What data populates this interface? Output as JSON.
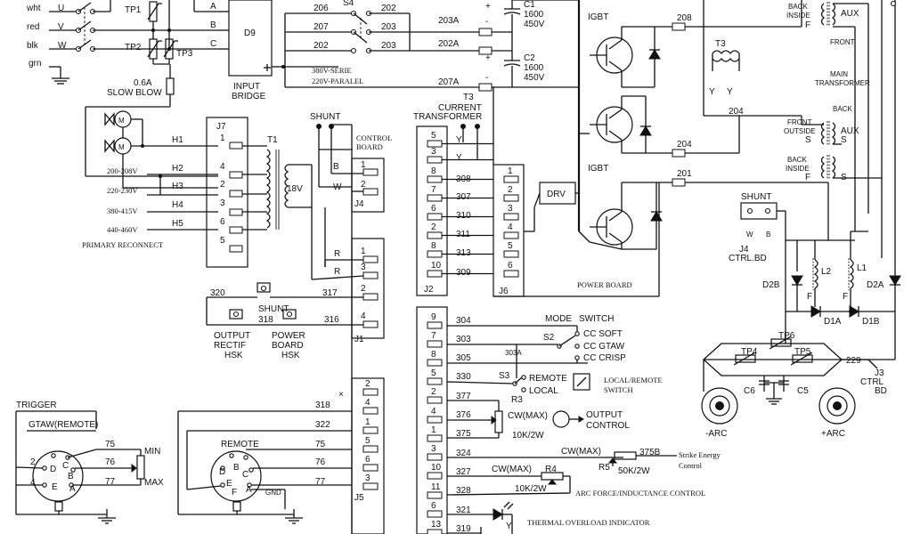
{
  "input": {
    "wire_wht": "wht",
    "wire_red": "red",
    "wire_blk": "blk",
    "wire_grn": "grn",
    "U": "U",
    "V": "V",
    "W": "W",
    "tp1": "TP1",
    "tp2": "TP2",
    "tp3": "TP3",
    "A": "A",
    "B": "B",
    "C": "C",
    "d9": "D9",
    "input": "INPUT",
    "bridge": "BRIDGE",
    "fuse_rating": "0.6A",
    "fuse_type": "SLOW BLOW"
  },
  "s4": {
    "label": "S4",
    "n206": "206",
    "n202a": "202",
    "n207": "207",
    "n203a": "203",
    "n202b": "202",
    "n203b": "203",
    "serie": "380V-SERIE",
    "paralel": "220V-PARALEL"
  },
  "caps": {
    "c1": "C1",
    "c1v": "1600",
    "c1u": "450V",
    "c2": "C2",
    "c2v": "1600",
    "c2u": "450V",
    "n203A": "203A",
    "n202A": "202A",
    "n207A": "207A",
    "plus": "+",
    "minus": "-"
  },
  "fans": {
    "m1": "M",
    "m2": "M",
    "h1": "H1",
    "h2": "H2",
    "h3": "H3",
    "h4": "H4",
    "h5": "H5",
    "v1": "200-208V",
    "v2": "220-230V",
    "v3": "380-415V",
    "v4": "440-460V",
    "reconnect": "PRIMARY RECONNECT"
  },
  "j7": {
    "name": "J7",
    "p1": "1",
    "p4": "4",
    "p2": "2",
    "p3": "3",
    "p6": "6",
    "p5": "5"
  },
  "t1": {
    "name": "T1",
    "v18": "18V"
  },
  "ctrl": {
    "shunt": "SHUNT",
    "board1": "CONTROL",
    "board2": "BOARD",
    "B": "B",
    "W": "W",
    "j4": "J4",
    "p1": "1",
    "p2": "2",
    "R1": "R",
    "R2": "R",
    "j1": "J1",
    "r1": "1",
    "r3": "3",
    "r2": "2",
    "r4": "4",
    "n320": "320",
    "n317": "317",
    "n318": "318",
    "n316": "316",
    "shunt2": "SHUNT",
    "out1": "OUTPUT",
    "out2": "RECTIF",
    "out3": "HSK",
    "pb1": "POWER",
    "pb2": "BOARD",
    "pb3": "HSK"
  },
  "t3": {
    "name": "T3",
    "l1": "CURRENT",
    "l2": "TRANSFORMER",
    "Y1": "Y",
    "Y2": "Y"
  },
  "j2": {
    "name": "J2",
    "p5": "5",
    "p3": "3",
    "p8a": "8",
    "p7": "7",
    "p6": "6",
    "p2": "2",
    "p8b": "8",
    "p10": "10"
  },
  "j6": {
    "name": "J6",
    "p1": "1",
    "p2": "2",
    "p3": "3",
    "p4": "4",
    "p5": "5",
    "p6": "6",
    "n308": "308",
    "n307": "307",
    "n310": "310",
    "n311": "311",
    "n313": "313",
    "n309": "309",
    "power_board": "POWER BOARD"
  },
  "igbt": {
    "top": "IGBT",
    "mid": "IGBT",
    "drv": "DRV",
    "n208": "208",
    "n204a": "204",
    "n204b": "204",
    "n201": "201",
    "t3": "T3",
    "ty1": "Y",
    "ty2": "Y"
  },
  "main_xfmr": {
    "back_inside": "BACK",
    "back_inside2": "INSIDE",
    "F1": "F",
    "aux1": "AUX",
    "front": "FRONT",
    "main": "MAIN",
    "transformer": "TRANSFORMER",
    "back": "BACK",
    "front_outside": "FRONT",
    "front_outside2": "OUTSIDE",
    "S1": "S",
    "aux2": "AUX",
    "S2": "S",
    "back_inside_b": "BACK",
    "back_inside_b2": "INSIDE",
    "F2": "F",
    "S3": "S"
  },
  "output": {
    "shunt": "SHUNT",
    "W": "W",
    "B": "B",
    "j4": "J4",
    "ctrl_bd": "CTRL.BD",
    "d2b": "D2B",
    "d2a": "D2A",
    "l2": "L2",
    "l1": "L1",
    "F1": "F",
    "F2": "F",
    "d1a": "D1A",
    "d1b": "D1B",
    "tp6": "TP6",
    "tp4": "TP4",
    "tp5": "TP5",
    "n229": "229",
    "j3": "J3",
    "ctrl": "CTRL",
    "bd": "BD",
    "c6": "C6",
    "c5": "C5",
    "neg": "-ARC",
    "pos": "+ARC"
  },
  "lower": {
    "n304": "304",
    "n303": "303",
    "n305": "305",
    "n330": "330",
    "n377": "377",
    "n376": "376",
    "n375": "375",
    "n324": "324",
    "n327": "327",
    "n328": "328",
    "n321": "321",
    "n319": "319",
    "mode": "MODE",
    "switch": "SWITCH",
    "cc_soft": "CC SOFT",
    "cc_gtaw": "CC GTAW",
    "cc_crisp": "CC CRISP",
    "s2": "S2",
    "n303A": "303A",
    "s3": "S3",
    "remote": "REMOTE",
    "local": "LOCAL",
    "r3": "R3",
    "lr_switch1": "LOCAL/REMOTE",
    "lr_switch2": "SWITCH",
    "cw1": "CW(MAX)",
    "k10_1": "10K/2W",
    "out_ctrl1": "OUTPUT",
    "out_ctrl2": "CONTROL",
    "cw2": "CW(MAX)",
    "r5": "R5",
    "k50": "50K/2W",
    "n375B": "375B",
    "strike1": "Strike Energy",
    "strike2": "Control",
    "cw3": "CW(MAX)",
    "r4": "R4",
    "k10_2": "10K/2W",
    "arc_force": "ARC FORCE/INDUCTANCE CONTROL",
    "thermal": "THERMAL OVERLOAD INDICATOR",
    "Y": "Y",
    "j3p": [
      "9",
      "7",
      "8",
      "5",
      "2",
      "4",
      "1",
      "3",
      "10",
      "11",
      "6",
      "13"
    ],
    "right_p": [
      "2",
      "4",
      "1",
      "5",
      "6",
      "3"
    ],
    "j5": "J5"
  },
  "remote": {
    "trigger": "TRIGGER",
    "gtaw": "GTAW(REMOTE)",
    "n75": "75",
    "n76": "76",
    "n77": "77",
    "min": "MIN",
    "max": "MAX",
    "p2": "2",
    "p4": "4",
    "D": "D",
    "C": "C",
    "B": "B",
    "E": "E",
    "A": "A",
    "remote": "REMOTE",
    "n318": "318",
    "n322": "322",
    "n75b": "75",
    "n76b": "76",
    "n77b": "77",
    "gnd": "GND",
    "rD": "D",
    "rB": "B",
    "rC": "C",
    "rE": "E",
    "rA": "A",
    "rF": "F"
  }
}
